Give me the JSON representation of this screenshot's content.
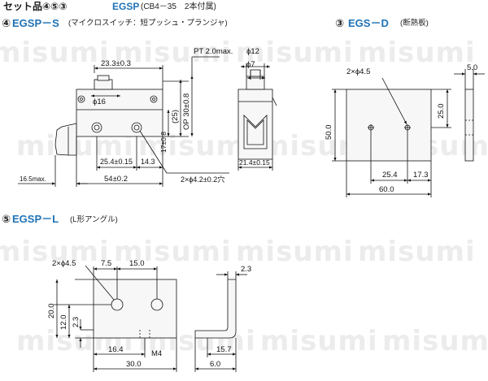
{
  "watermark": "misumi",
  "header": {
    "set_label": "セット品④⑤③",
    "part": "EGSP",
    "note": "(CB4－35　2本付属)"
  },
  "sections": {
    "egsp_s": {
      "number": "④",
      "code": "EGSP－S",
      "desc": "(マイクロスイッチ：短プッシュ・プランジャ)"
    },
    "egs_d": {
      "number": "③",
      "code": "EGS－D",
      "desc": "(断熱板)"
    },
    "egsp_l": {
      "number": "⑤",
      "code": "EGSP－L",
      "desc": "(L形アングル)"
    }
  },
  "dims": {
    "s": {
      "d23": "23.3±0.3",
      "phi16": "ϕ16",
      "pt": "PT 2.0max.",
      "d25": "(25)",
      "op": "OP 30±0.8",
      "d17": "17±0.8",
      "d25_4": "25.4±0.15",
      "d14_3": "14.3",
      "d54": "54±0.2",
      "d16_5": "16.5max.",
      "holes": "2×ϕ4.2±0.2穴",
      "phi12": "ϕ12",
      "phi7": "ϕ7",
      "d21_4": "21.4±0.15"
    },
    "d": {
      "holes": "2×ϕ4.5",
      "d5": "5.0",
      "d25": "25.0",
      "d50": "50.0",
      "d25_4": "25.4",
      "d17_3": "17.3",
      "d60": "60.0"
    },
    "l": {
      "holes": "2×ϕ4.5",
      "d7_5": "7.5",
      "d15": "15.0",
      "d2_3_top": "2.3",
      "d20": "20.0",
      "d12": "12.0",
      "d2_3_side": "2.3",
      "d16_4": "16.4",
      "m4": "M4",
      "d30": "30.0",
      "d15_7": "15.7",
      "d6": "6.0"
    }
  }
}
